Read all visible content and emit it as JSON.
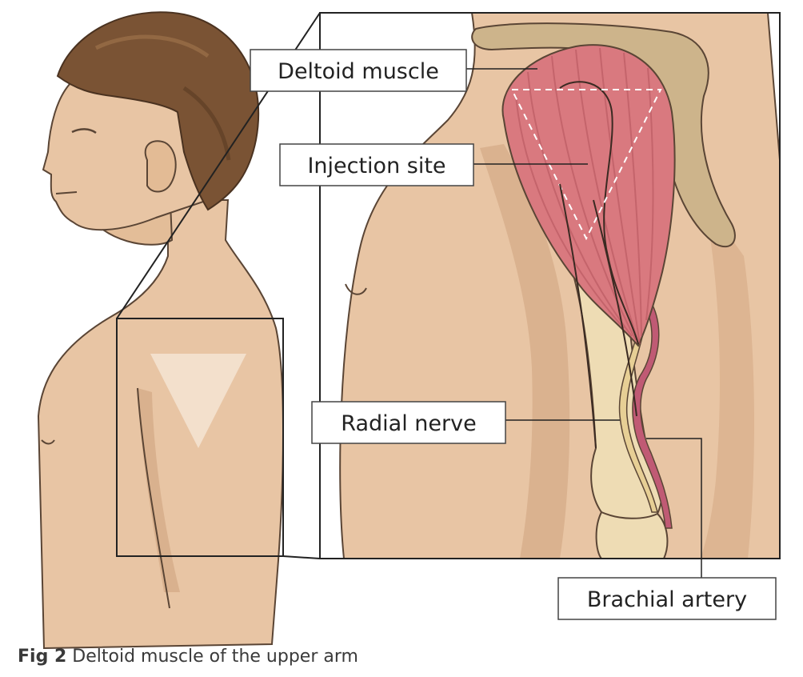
{
  "labels": {
    "deltoid": "Deltoid muscle",
    "injection": "Injection site",
    "radial": "Radial nerve",
    "brachial": "Brachial artery"
  },
  "caption": {
    "number": "Fig 2",
    "text": "Deltoid muscle of the upper arm"
  },
  "colors": {
    "skin": "#e8c5a4",
    "skin_shadow": "#c99c78",
    "hair": "#7a5334",
    "muscle": "#d9797f",
    "bone": "#eedcb4",
    "bone_shoulder": "#cdb48b",
    "artery": "#c05a74",
    "nerve": "#e7cf95"
  }
}
